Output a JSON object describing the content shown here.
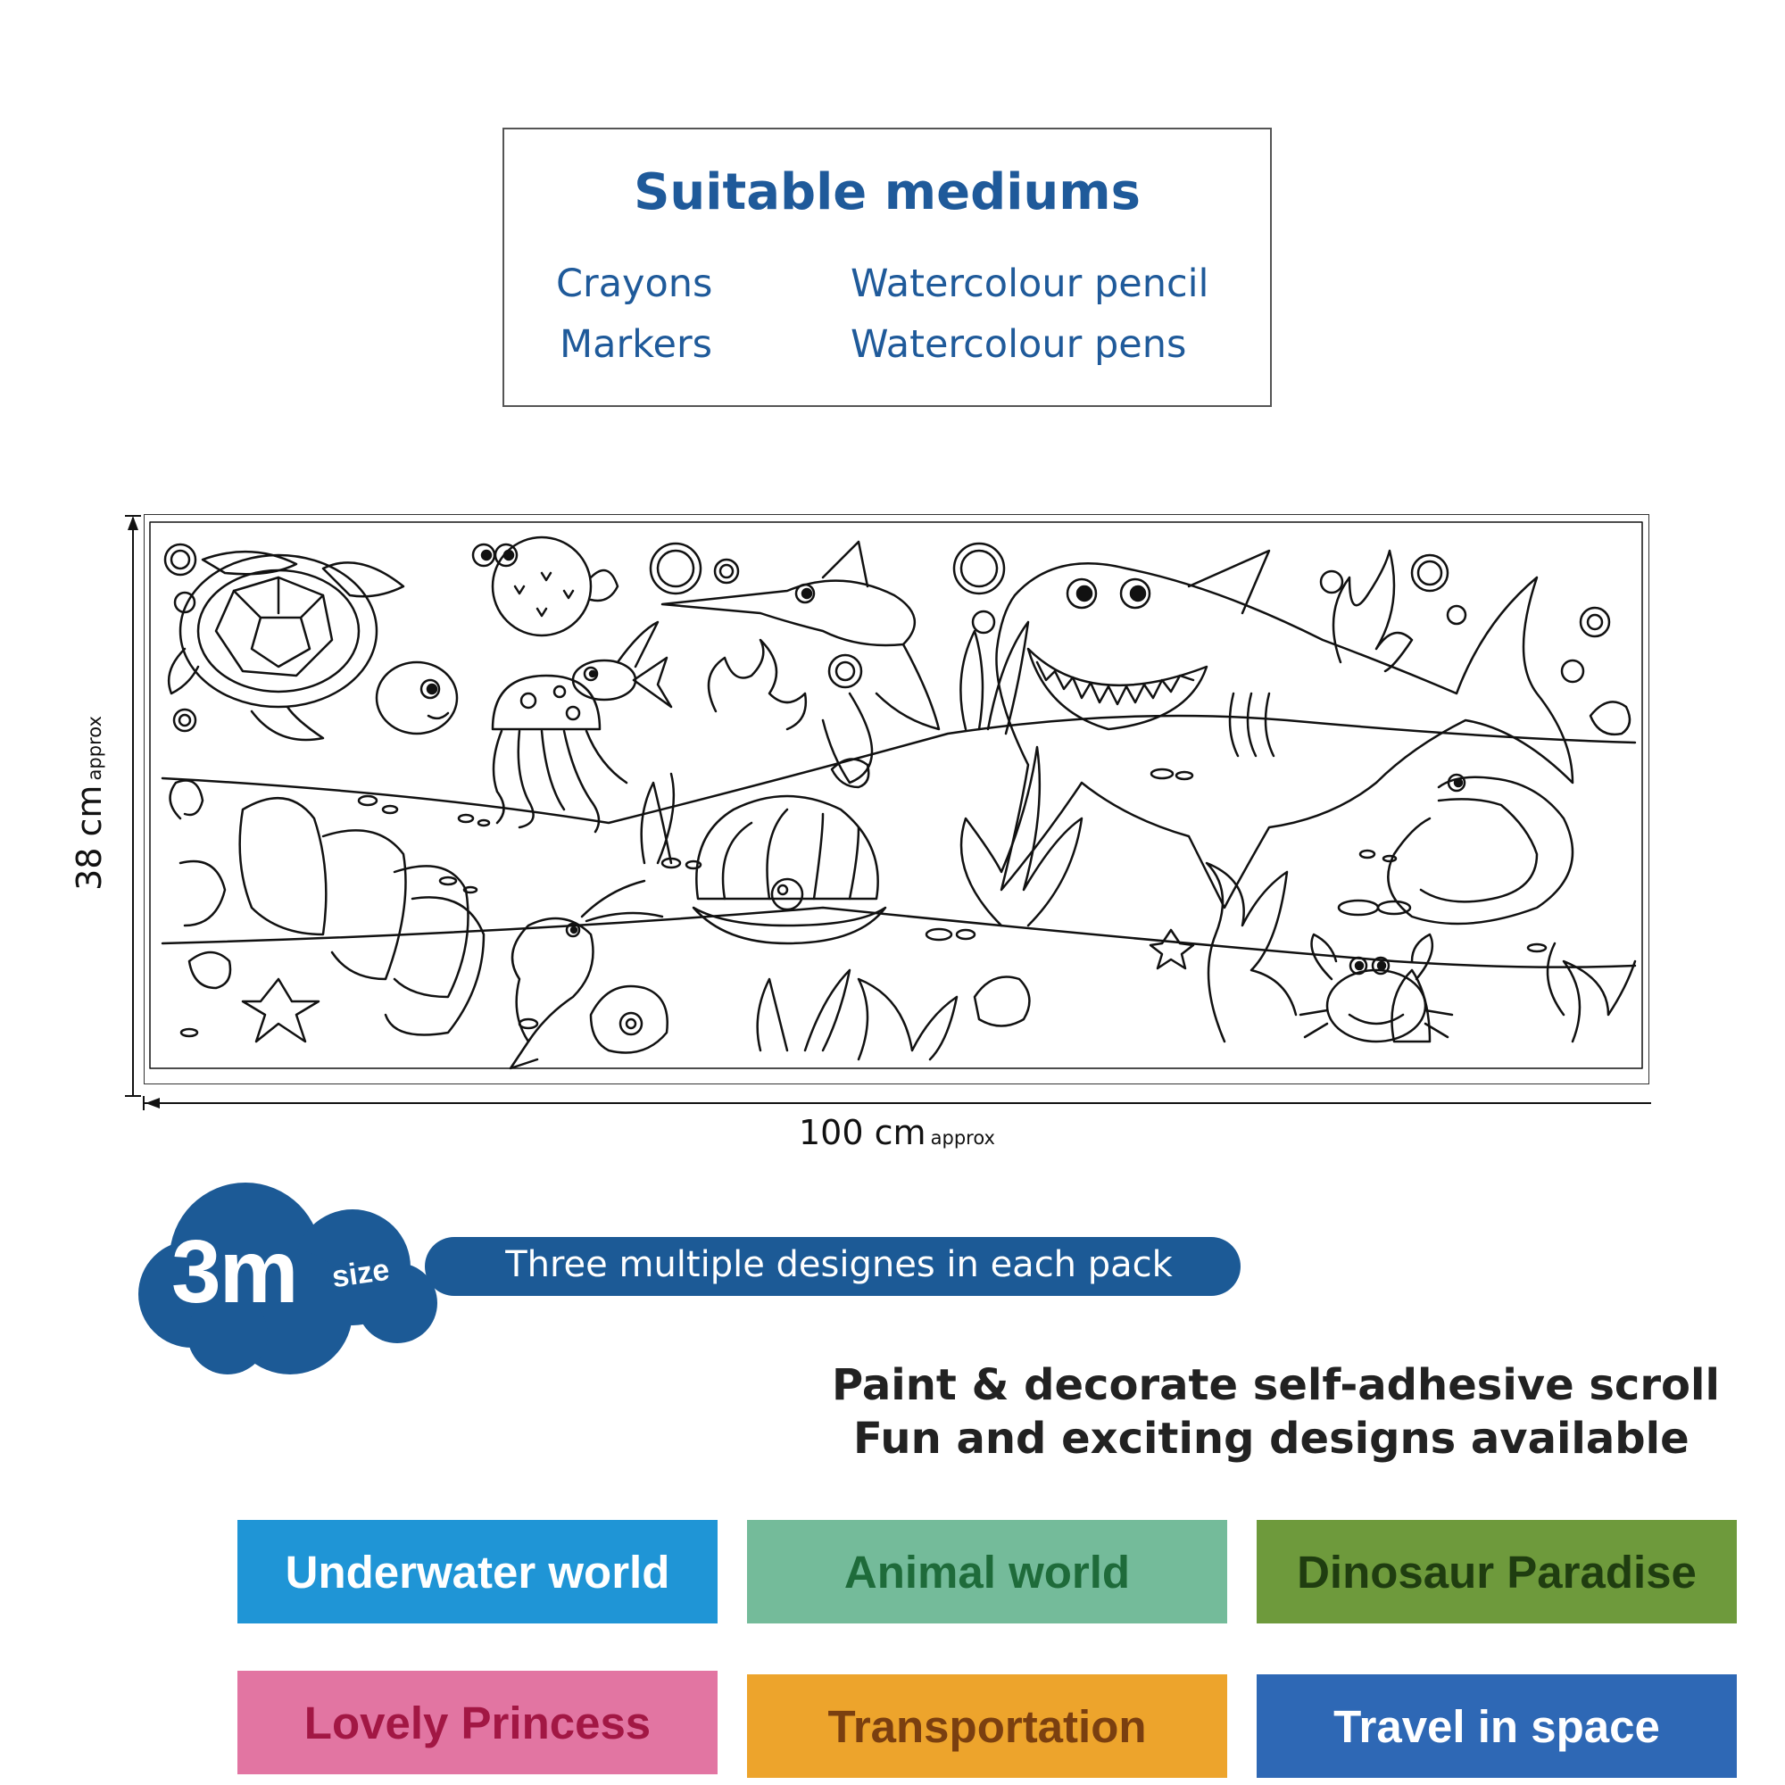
{
  "mediums": {
    "title": "Suitable mediums",
    "items": [
      "Crayons",
      "Markers",
      "Watercolour pencil",
      "Watercolour pens"
    ]
  },
  "dimensions": {
    "height_value": "38 cm",
    "height_note": "approx",
    "width_value": "100 cm",
    "width_note": "approx"
  },
  "badge": {
    "size_main": "3m",
    "size_suffix": "size",
    "ribbon_text": "Three multiple designes in each pack"
  },
  "headline": {
    "line1": "Paint & decorate self-adhesive scroll",
    "line2": "Fun and exciting designs available"
  },
  "categories": [
    {
      "label": "Underwater world",
      "bg": "#1f95d6",
      "fg": "#ffffff"
    },
    {
      "label": "Animal world",
      "bg": "#74bb9a",
      "fg": "#1e6b3a"
    },
    {
      "label": "Dinosaur Paradise",
      "bg": "#6e9a3c",
      "fg": "#1f3d10"
    },
    {
      "label": "Lovely Princess",
      "bg": "#e275a2",
      "fg": "#a21744"
    },
    {
      "label": "Transportation",
      "bg": "#eda42c",
      "fg": "#7a3f10"
    },
    {
      "label": "Travel in space",
      "bg": "#2e68b5",
      "fg": "#ffffff"
    }
  ]
}
